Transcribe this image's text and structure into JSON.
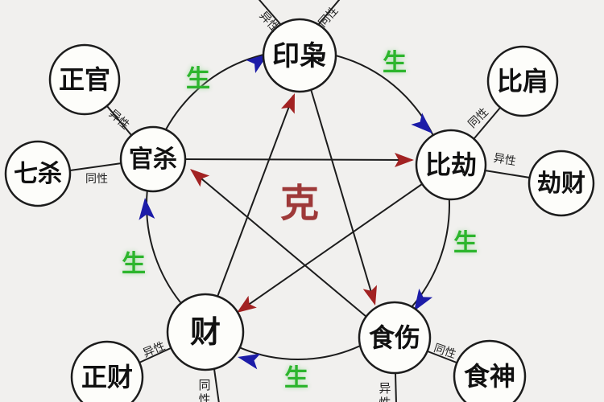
{
  "diagram": {
    "ke_label": "克",
    "sheng_label": "生"
  },
  "main_nodes": {
    "yinxiao": {
      "label": "印枭"
    },
    "bijie": {
      "label": "比劫"
    },
    "shishang": {
      "label": "食伤"
    },
    "cai": {
      "label": "财"
    },
    "guansha": {
      "label": "官杀"
    }
  },
  "satellite_nodes": {
    "zhengguan": {
      "label": "正官"
    },
    "qisha": {
      "label": "七杀"
    },
    "bijian": {
      "label": "比肩"
    },
    "jiecai": {
      "label": "劫财"
    },
    "shishen": {
      "label": "食神"
    },
    "zhengcai": {
      "label": "正财"
    }
  },
  "relation_labels": {
    "same": "同性",
    "different": "异性"
  },
  "colors": {
    "sheng_green": "#2db52d",
    "ke_red": "#9e3939",
    "sheng_arrow_blue": "#1c1ca8",
    "ke_arrow_red": "#a22222",
    "line_black": "#1c1c1c"
  }
}
